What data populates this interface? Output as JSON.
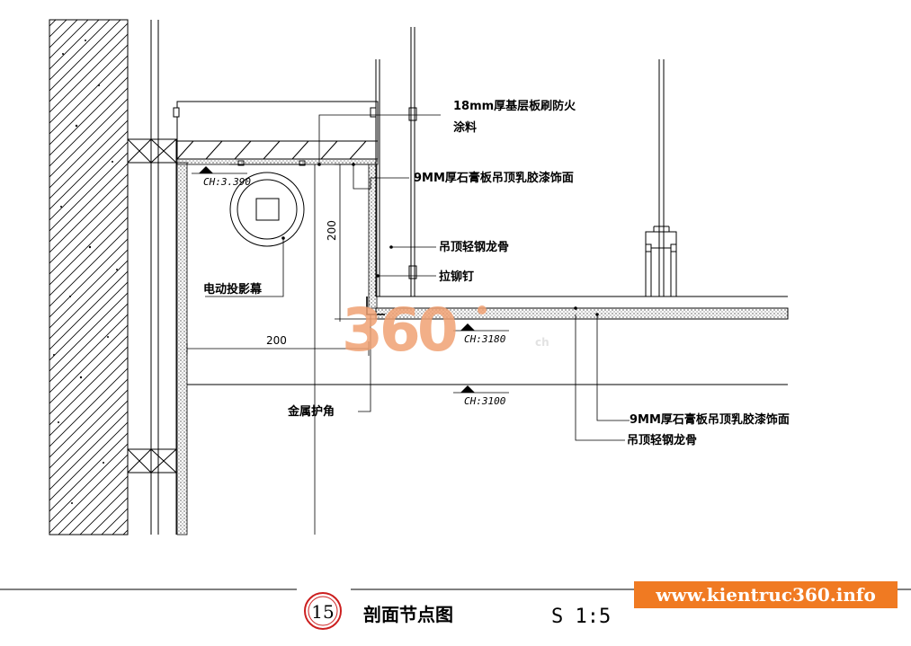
{
  "labels": {
    "board_top": "18mm厚基层板刷防火",
    "board_bottom": "涂料",
    "gypsum_upper": "9MM厚石膏板吊顶乳胶漆饰面",
    "keel_upper": "吊顶轻钢龙骨",
    "rivet": "拉铆钉",
    "screen": "电动投影幕",
    "corner": "金属护角",
    "gypsum_lower": "9MM厚石膏板吊顶乳胶漆饰面",
    "keel_lower": "吊顶轻钢龙骨"
  },
  "ceiling_heights": {
    "ch1": "CH:3.390",
    "ch2": "CH:3180",
    "ch3": "CH:3100"
  },
  "dimensions": {
    "vertical": "200",
    "horizontal": "200"
  },
  "title": {
    "number": "15",
    "name": "剖面节点图",
    "scale": "S 1:5"
  },
  "watermark": {
    "logo": "360",
    "suffix": "ch",
    "url": "www.kientruc360.info"
  },
  "colors": {
    "line": "#000000",
    "title_circle": "#cc1f1f",
    "banner": "#f07a22",
    "watermark_logo": "#f0a274"
  }
}
